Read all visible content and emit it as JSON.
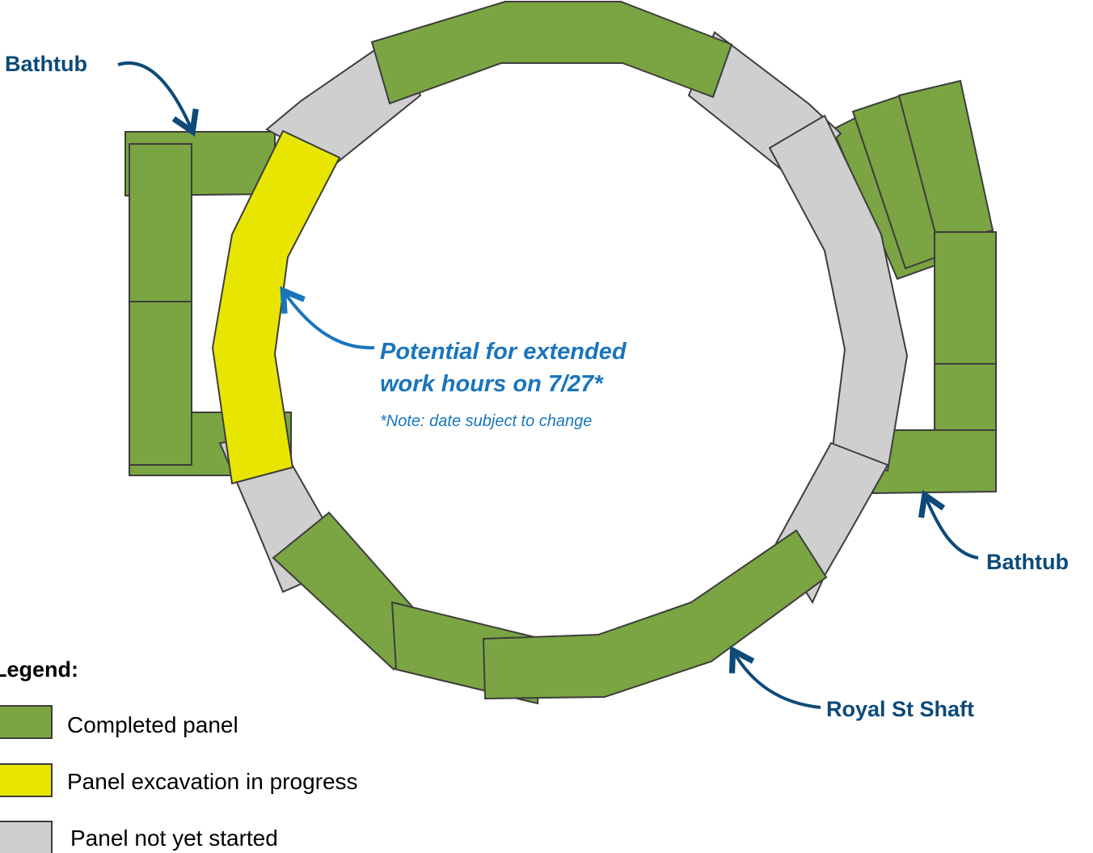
{
  "labels": {
    "bathtub_left": "Bathtub",
    "bathtub_right": "Bathtub",
    "royal_st_shaft": "Royal St Shaft",
    "note_line1": "Potential for extended",
    "note_line2": "work hours on 7/27*",
    "note_footnote": "*Note: date subject to change"
  },
  "legend": {
    "title": "Legend:",
    "items": [
      {
        "label": "Completed panel",
        "status": "completed"
      },
      {
        "label": "Panel excavation in progress",
        "status": "in-progress"
      },
      {
        "label": "Panel not yet started",
        "status": "not-started"
      }
    ]
  },
  "colors": {
    "completed": "#7aa542",
    "in_progress": "#e8e600",
    "not_started": "#d0cfd0",
    "outline": "#3d3d3d",
    "label_dark_blue": "#0d4a78",
    "note_blue": "#1a75bb"
  }
}
